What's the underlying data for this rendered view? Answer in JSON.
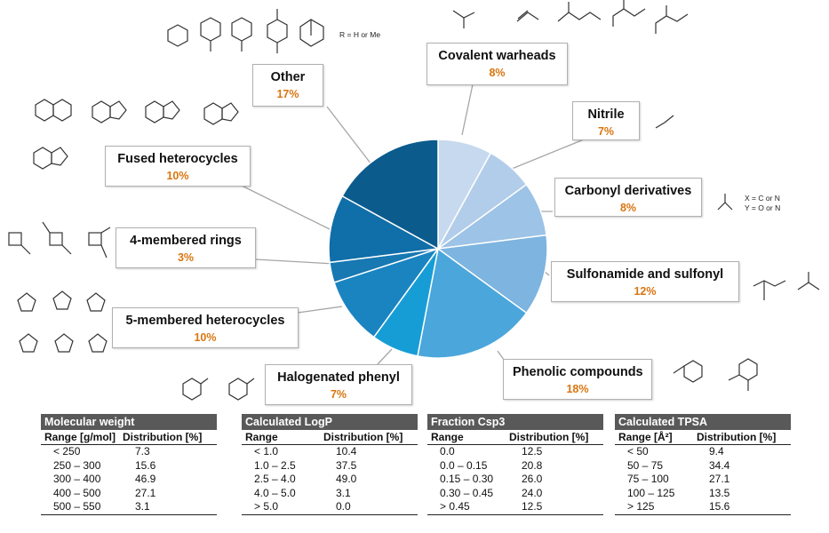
{
  "chart_data": {
    "type": "pie",
    "categories": [
      "Covalent warheads",
      "Nitrile",
      "Carbonyl derivatives",
      "Sulfonamide and sulfonyl",
      "Phenolic compounds",
      "Halogenated phenyl",
      "5-membered heterocycles",
      "4-membered rings",
      "Fused heterocycles",
      "Other"
    ],
    "values": [
      8,
      7,
      8,
      12,
      18,
      7,
      10,
      3,
      10,
      17
    ],
    "labels": [
      "8%",
      "7%",
      "8%",
      "12%",
      "18%",
      "7%",
      "10%",
      "3%",
      "10%",
      "17%"
    ],
    "colors": [
      "#c6d9ee",
      "#b2cde9",
      "#9dc3e6",
      "#7db4e0",
      "#4aa6db",
      "#179dd6",
      "#1a84c1",
      "#1778b2",
      "#106ea8",
      "#0b5b8d"
    ]
  },
  "notes": {
    "other_r": "R = H or Me",
    "carbonyl_x": "X = C or N",
    "carbonyl_y": "Y = O or N"
  },
  "tables": [
    {
      "title": "Molecular weight",
      "col1": "Range [g/mol]",
      "col2": "Distribution [%]",
      "rows": [
        [
          "< 250",
          "7.3"
        ],
        [
          "250 – 300",
          "15.6"
        ],
        [
          "300 – 400",
          "46.9"
        ],
        [
          "400 – 500",
          "27.1"
        ],
        [
          "500 – 550",
          "3.1"
        ]
      ]
    },
    {
      "title": "Calculated  LogP",
      "col1": "Range",
      "col2": "Distribution [%]",
      "rows": [
        [
          "< 1.0",
          "10.4"
        ],
        [
          "1.0 – 2.5",
          "37.5"
        ],
        [
          "2.5 – 4.0",
          "49.0"
        ],
        [
          "4.0 – 5.0",
          "3.1"
        ],
        [
          "> 5.0",
          "0.0"
        ]
      ]
    },
    {
      "title": "Fraction Csp3",
      "col1": "Range",
      "col2": "Distribution [%]",
      "rows": [
        [
          "0.0",
          "12.5"
        ],
        [
          "0.0 – 0.15",
          "20.8"
        ],
        [
          "0.15 – 0.30",
          "26.0"
        ],
        [
          "0.30 – 0.45",
          "24.0"
        ],
        [
          "> 0.45",
          "12.5"
        ]
      ]
    },
    {
      "title": "Calculated TPSA",
      "col1": "Range [Å²]",
      "col2": "Distribution [%]",
      "rows": [
        [
          "< 50",
          "9.4"
        ],
        [
          "50 – 75",
          "34.4"
        ],
        [
          "75 – 100",
          "27.1"
        ],
        [
          "100 – 125",
          "13.5"
        ],
        [
          "> 125",
          "15.6"
        ]
      ]
    }
  ]
}
